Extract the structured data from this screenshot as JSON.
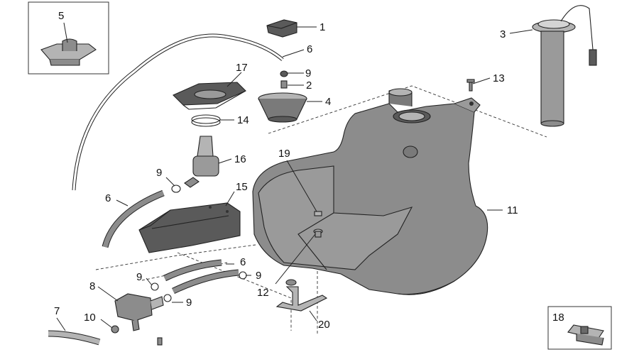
{
  "callouts": [
    {
      "id": "c1",
      "text": "1"
    },
    {
      "id": "c2",
      "text": "2"
    },
    {
      "id": "c3",
      "text": "3"
    },
    {
      "id": "c4",
      "text": "4"
    },
    {
      "id": "c5",
      "text": "5"
    },
    {
      "id": "c6a",
      "text": "6"
    },
    {
      "id": "c6b",
      "text": "6"
    },
    {
      "id": "c6c",
      "text": "6"
    },
    {
      "id": "c7",
      "text": "7"
    },
    {
      "id": "c8",
      "text": "8"
    },
    {
      "id": "c9a",
      "text": "9"
    },
    {
      "id": "c9b",
      "text": "9"
    },
    {
      "id": "c9c",
      "text": "9"
    },
    {
      "id": "c9d",
      "text": "9"
    },
    {
      "id": "c9e",
      "text": "9"
    },
    {
      "id": "c10",
      "text": "10"
    },
    {
      "id": "c11",
      "text": "11"
    },
    {
      "id": "c12",
      "text": "12"
    },
    {
      "id": "c13",
      "text": "13"
    },
    {
      "id": "c14",
      "text": "14"
    },
    {
      "id": "c15",
      "text": "15"
    },
    {
      "id": "c16",
      "text": "16"
    },
    {
      "id": "c17",
      "text": "17"
    },
    {
      "id": "c18",
      "text": "18"
    },
    {
      "id": "c19",
      "text": "19"
    },
    {
      "id": "c20",
      "text": "20"
    }
  ],
  "colors": {
    "part_fill": "#8c8c8c",
    "part_dark": "#5a5a5a",
    "part_light": "#b4b4b4",
    "line": "#222222"
  }
}
